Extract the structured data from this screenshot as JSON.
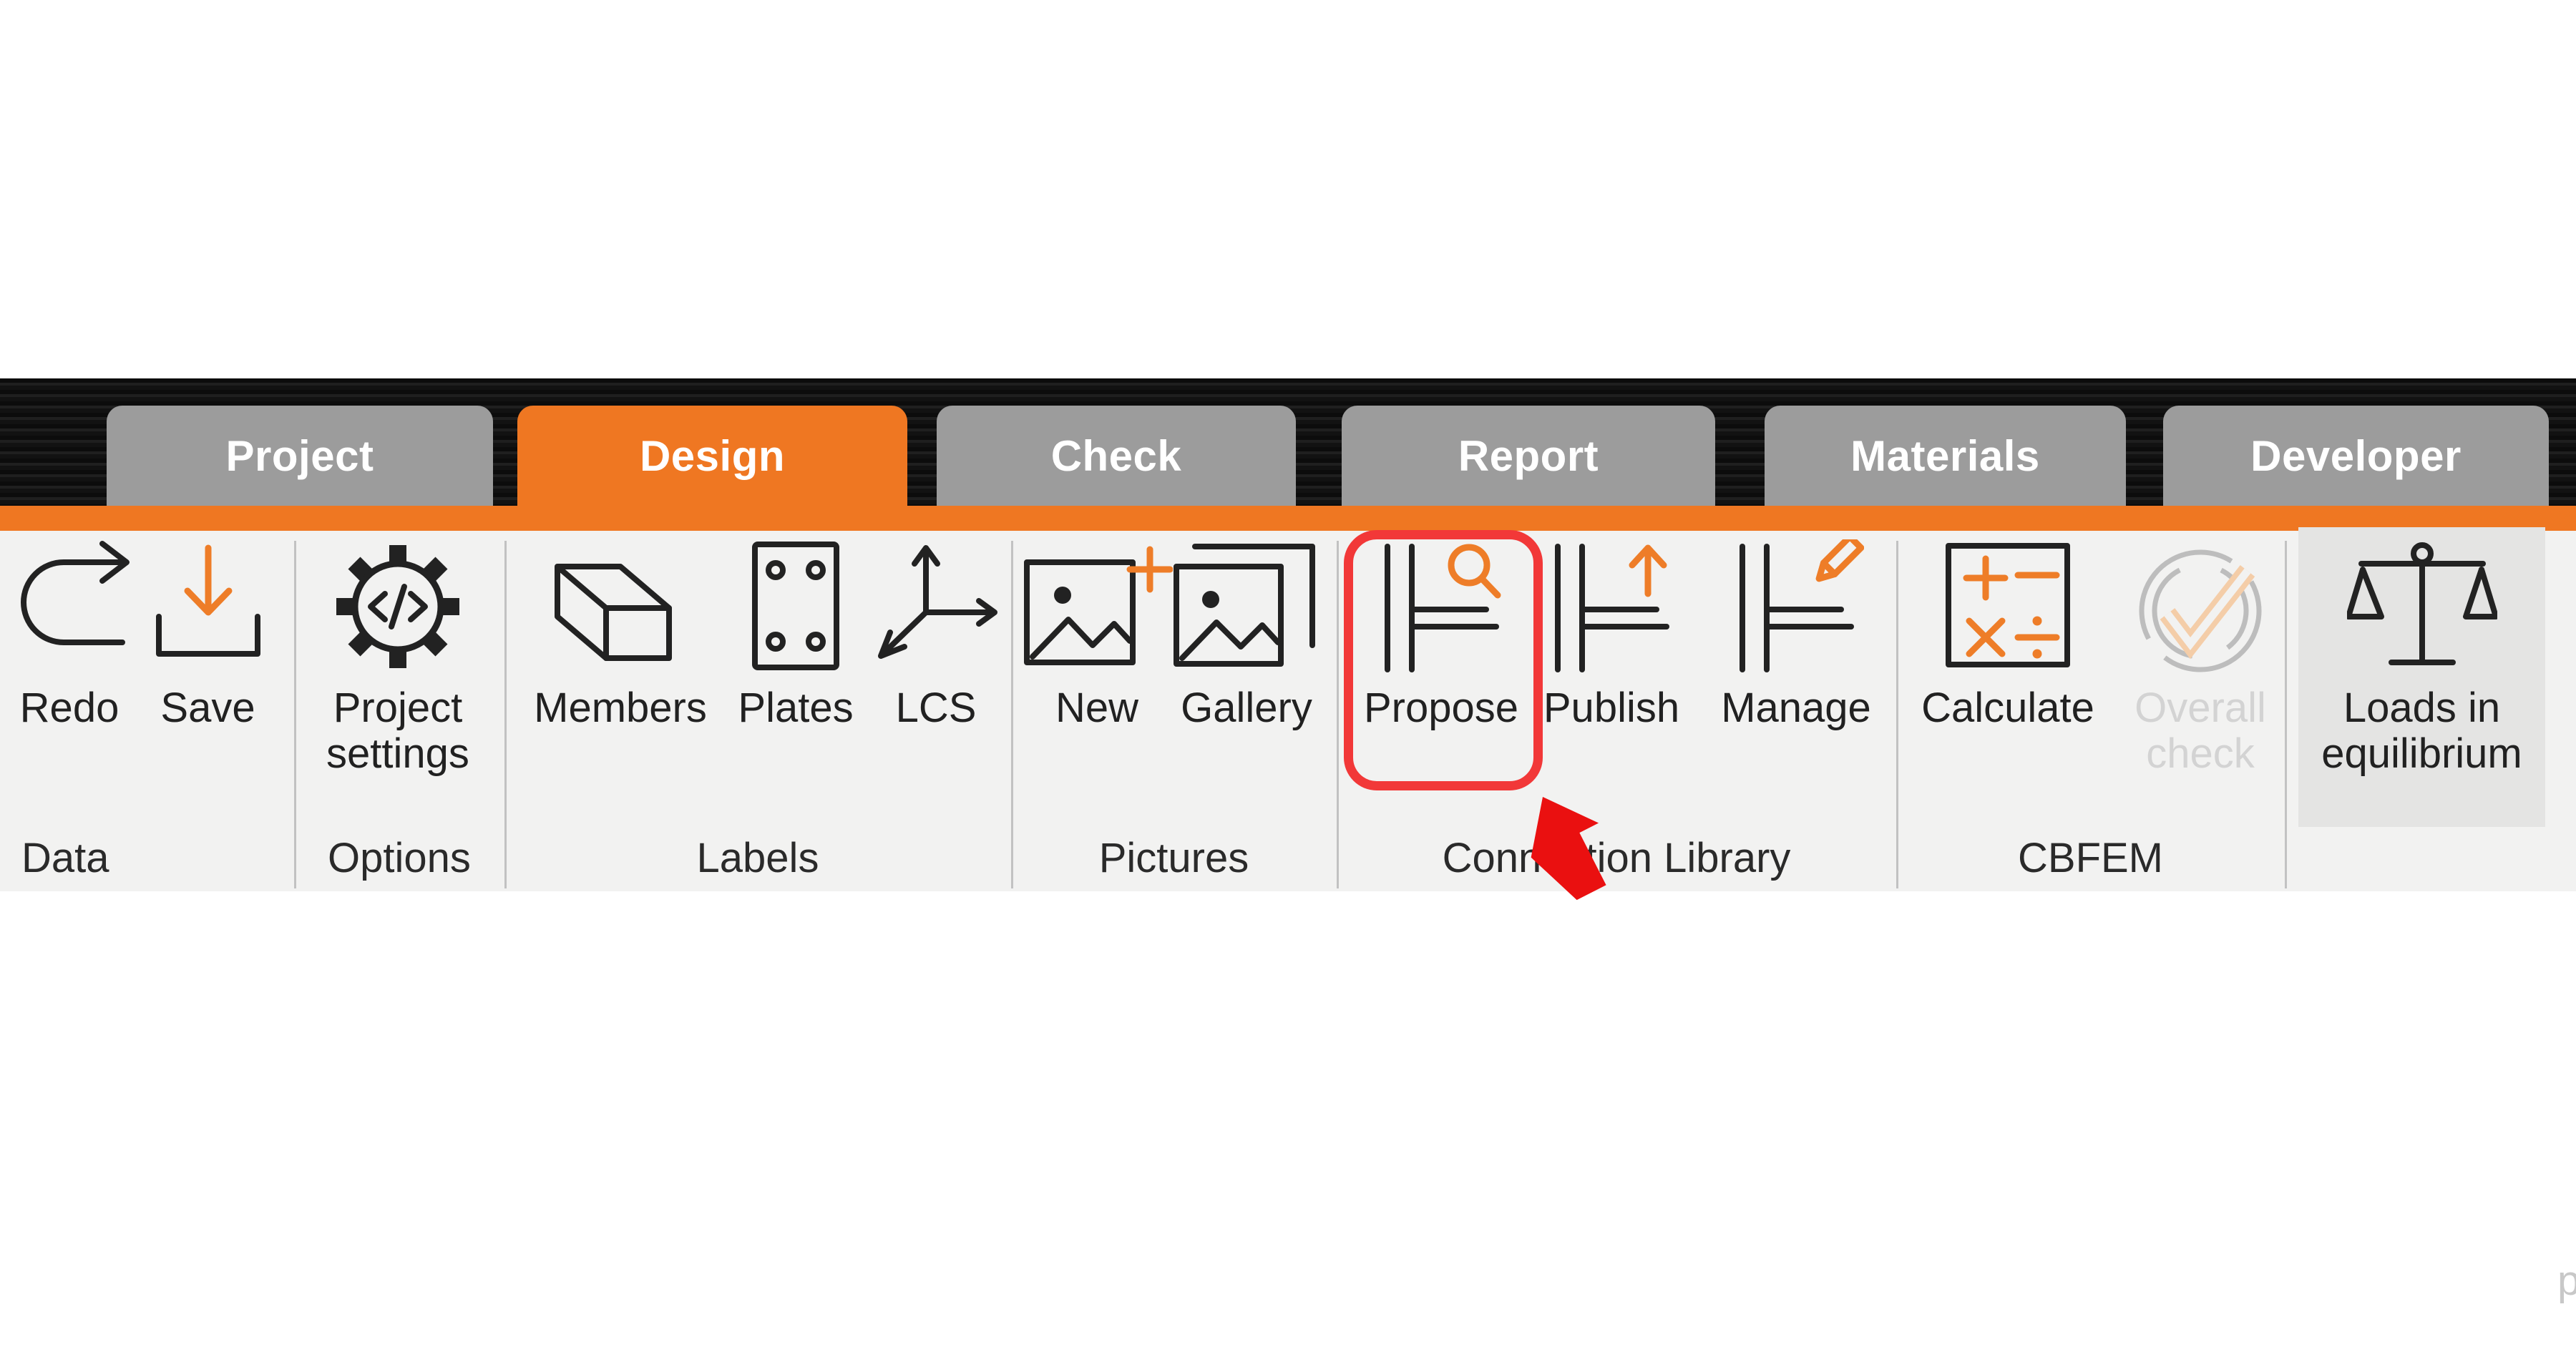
{
  "tab_bar": {
    "active_tab": "Design",
    "tabs": [
      {
        "label": "Project",
        "active": false
      },
      {
        "label": "Design",
        "active": true
      },
      {
        "label": "Check",
        "active": false
      },
      {
        "label": "Report",
        "active": false
      },
      {
        "label": "Materials",
        "active": false
      },
      {
        "label": "Developer",
        "active": false
      }
    ]
  },
  "ribbon": {
    "groups": [
      {
        "label": "Data",
        "buttons": [
          {
            "label": "Redo",
            "icon": "redo-icon"
          },
          {
            "label": "Save",
            "icon": "save-icon"
          }
        ]
      },
      {
        "label": "Options",
        "buttons": [
          {
            "label": "Project settings",
            "icon": "gear-code-icon"
          }
        ]
      },
      {
        "label": "Labels",
        "buttons": [
          {
            "label": "Members",
            "icon": "member-beam-icon"
          },
          {
            "label": "Plates",
            "icon": "plate-icon"
          },
          {
            "label": "LCS",
            "icon": "axes-icon"
          }
        ]
      },
      {
        "label": "Pictures",
        "buttons": [
          {
            "label": "New",
            "icon": "new-picture-icon"
          },
          {
            "label": "Gallery",
            "icon": "gallery-icon"
          }
        ]
      },
      {
        "label": "Connection Library",
        "buttons": [
          {
            "label": "Propose",
            "icon": "connection-search-icon",
            "highlighted": true
          },
          {
            "label": "Publish",
            "icon": "connection-upload-icon"
          },
          {
            "label": "Manage",
            "icon": "connection-edit-icon"
          }
        ]
      },
      {
        "label": "CBFEM",
        "buttons": [
          {
            "label": "Calculate",
            "icon": "calculate-icon"
          },
          {
            "label": "Overall check",
            "icon": "overall-check-icon",
            "disabled": true
          }
        ]
      },
      {
        "label": "",
        "buttons": [
          {
            "label": "Loads in equilibrium",
            "icon": "balance-scale-icon",
            "selected": true
          }
        ]
      }
    ]
  },
  "annotations": {
    "highlighted_button": "Propose",
    "highlight_shape": "red rounded rectangle",
    "cursor": "red arrow pointing up-left at Propose"
  },
  "edge": {
    "truncated_label": "p"
  },
  "colors": {
    "accent_orange": "#EF7722",
    "icon_orange": "#EE7D28",
    "tab_gray": "#9C9C9C",
    "ribbon_bg": "#F2F2F1",
    "selected_bg": "#E4E4E3",
    "annotation_red": "#F23838",
    "disabled_text": "#D3D3D3"
  }
}
